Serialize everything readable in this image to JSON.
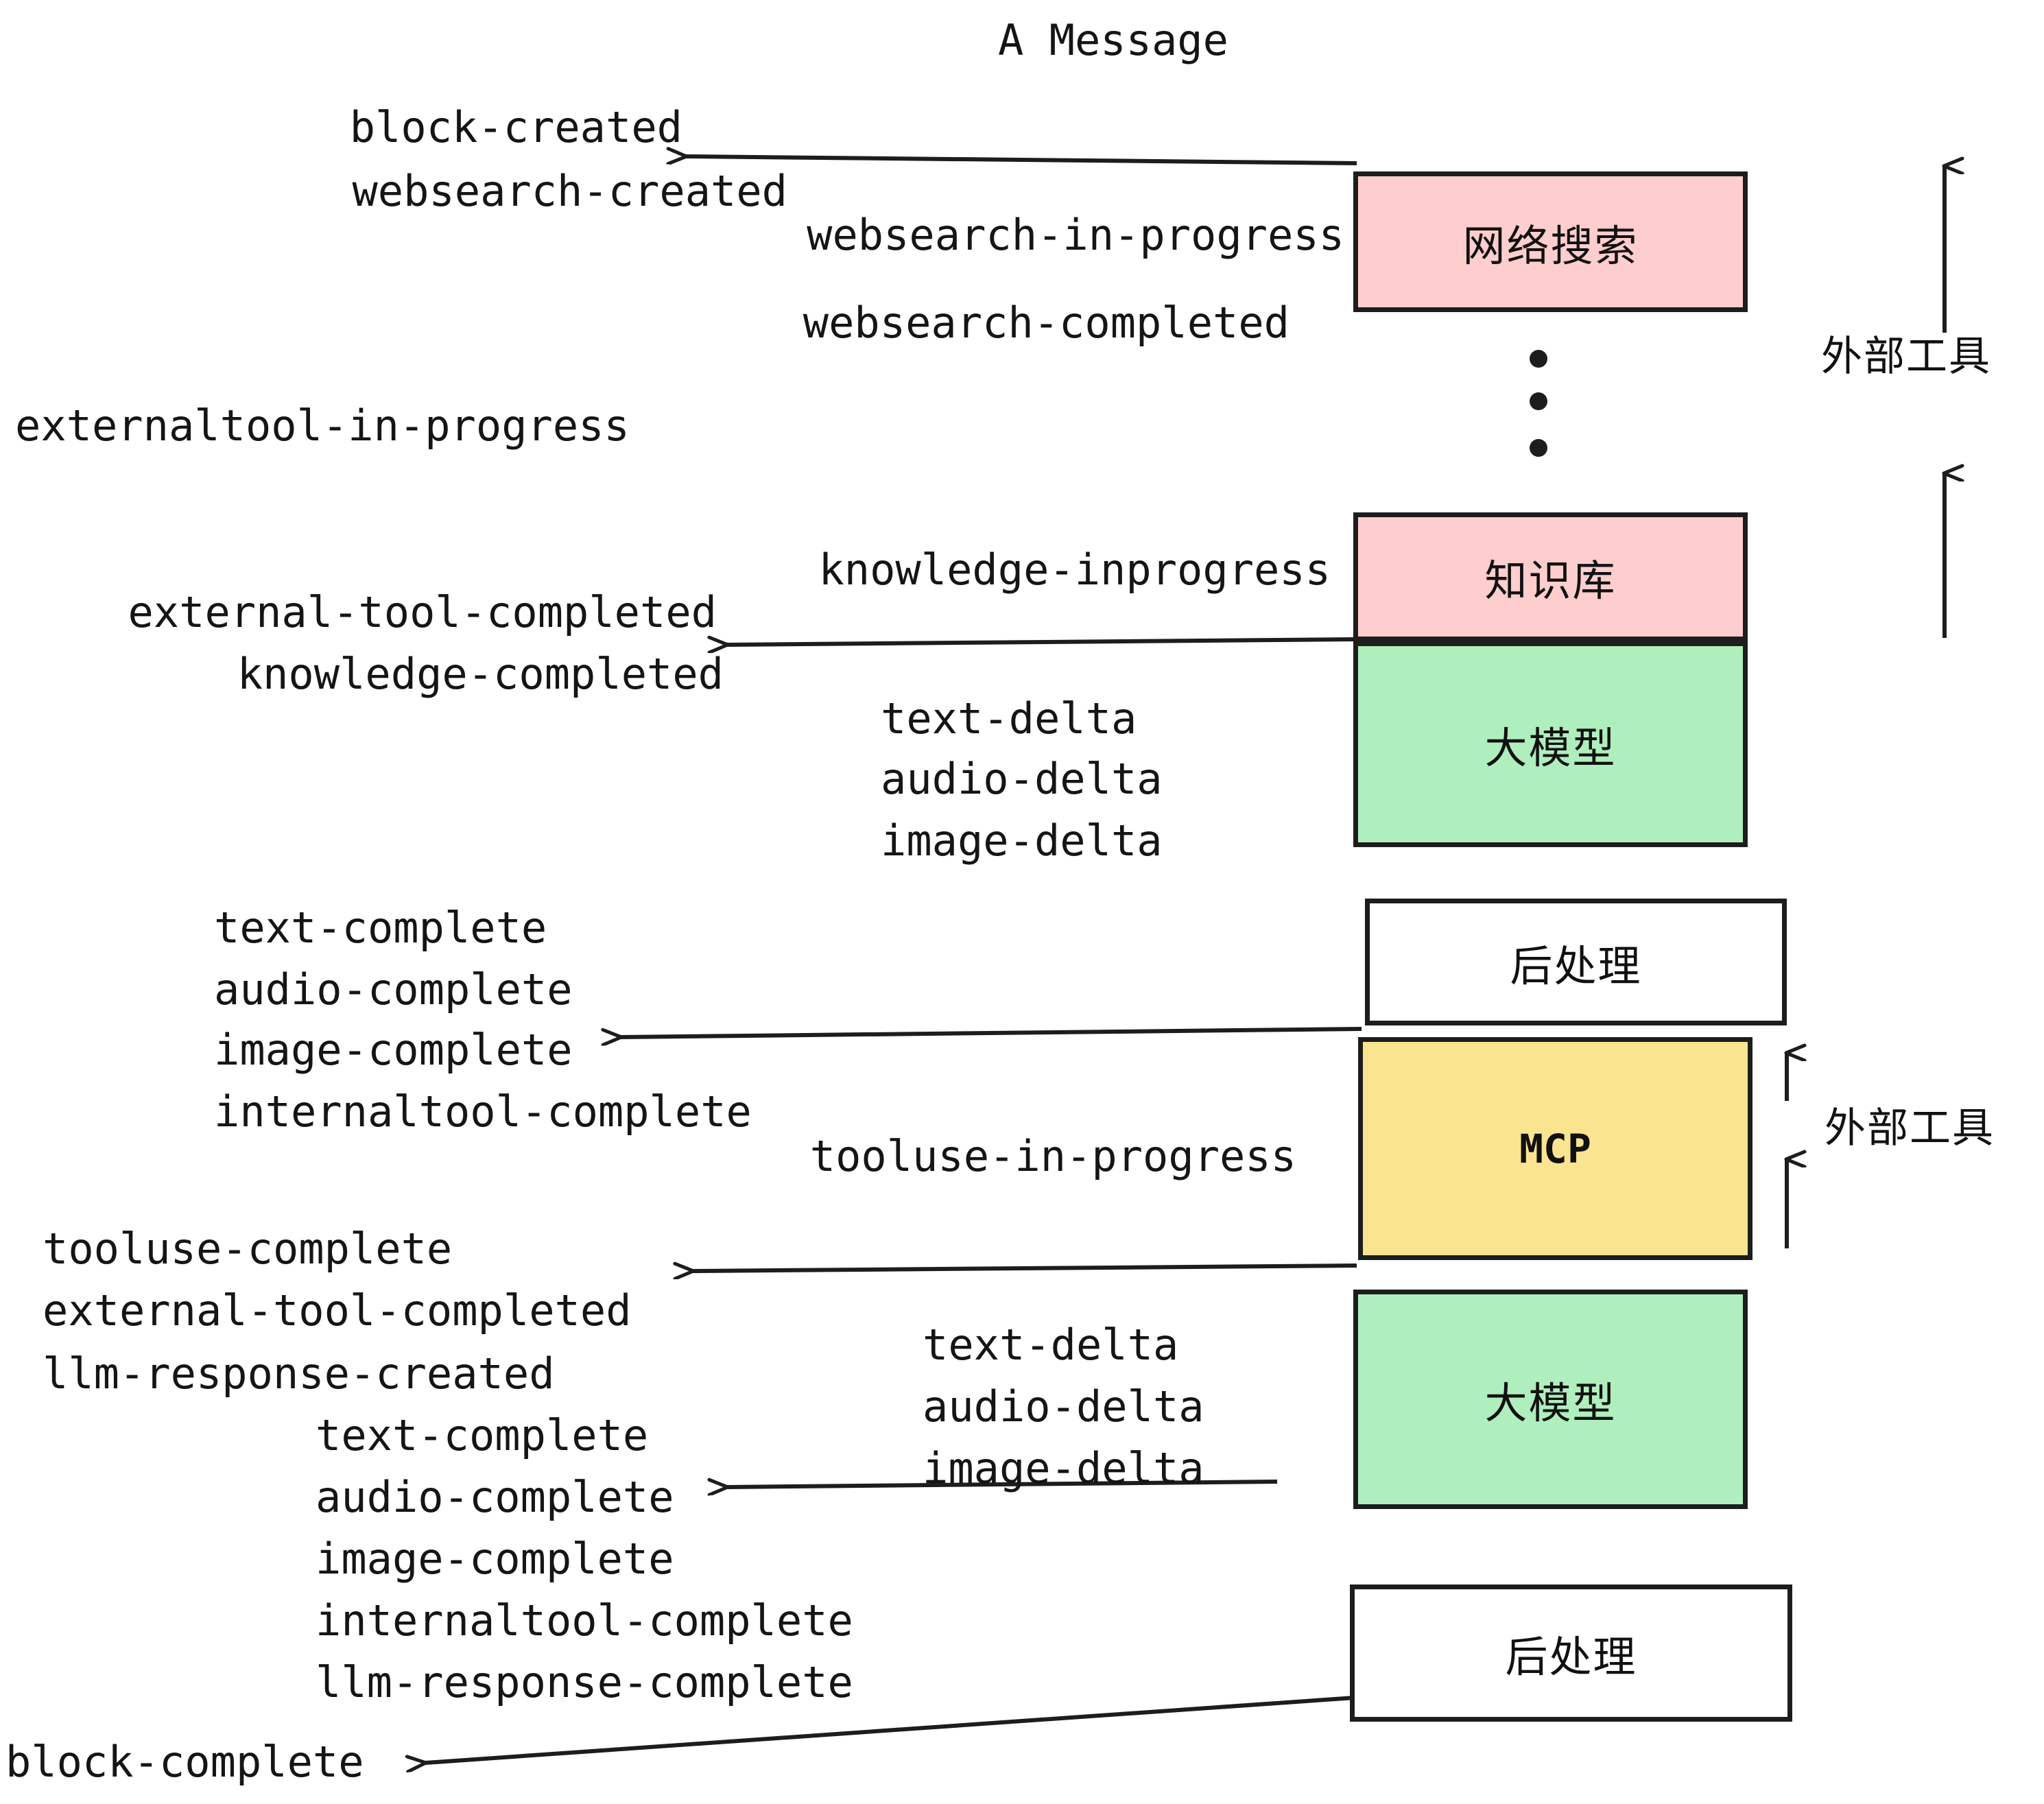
{
  "title": "A Message",
  "colors": {
    "external_tool_box": "#fecdcd",
    "llm_box": "#aeefbd",
    "mcp_box": "#fae490",
    "postprocess_box": "#ffffff",
    "stroke": "#1d1d1d",
    "text": "#151515",
    "background": "#ffffff"
  },
  "nodes": [
    {
      "id": "websearch",
      "label": "网络搜索",
      "fill": "#fecdcd",
      "kind": "external-tool"
    },
    {
      "id": "knowledge",
      "label": "知识库",
      "fill": "#fecdcd",
      "kind": "external-tool"
    },
    {
      "id": "llm-1",
      "label": "大模型",
      "fill": "#aeefbd",
      "kind": "llm"
    },
    {
      "id": "postprocess-1",
      "label": "后处理",
      "fill": "#ffffff",
      "kind": "postprocess"
    },
    {
      "id": "mcp",
      "label": "MCP",
      "fill": "#fae490",
      "kind": "external-tool"
    },
    {
      "id": "llm-2",
      "label": "大模型",
      "fill": "#aeefbd",
      "kind": "llm"
    },
    {
      "id": "postprocess-2",
      "label": "后处理",
      "fill": "#ffffff",
      "kind": "postprocess"
    }
  ],
  "side_labels": [
    {
      "id": "external-tool-upper",
      "text": "外部工具"
    },
    {
      "id": "external-tool-lower",
      "text": "外部工具"
    }
  ],
  "events": [
    {
      "id": "block-created",
      "text": "block-created"
    },
    {
      "id": "websearch-created",
      "text": "websearch-created"
    },
    {
      "id": "websearch-in-progress",
      "text": "websearch-in-progress"
    },
    {
      "id": "websearch-completed",
      "text": "websearch-completed"
    },
    {
      "id": "externaltool-in-progress",
      "text": "externaltool-in-progress"
    },
    {
      "id": "knowledge-inprogress",
      "text": "knowledge-inprogress"
    },
    {
      "id": "external-tool-completed-1",
      "text": "external-tool-completed"
    },
    {
      "id": "knowledge-completed",
      "text": "knowledge-completed"
    },
    {
      "id": "text-delta-1",
      "text": "text-delta"
    },
    {
      "id": "audio-delta-1",
      "text": "audio-delta"
    },
    {
      "id": "image-delta-1",
      "text": "image-delta"
    },
    {
      "id": "text-complete-1",
      "text": "text-complete"
    },
    {
      "id": "audio-complete-1",
      "text": "audio-complete"
    },
    {
      "id": "image-complete-1",
      "text": "image-complete"
    },
    {
      "id": "internaltool-complete-1",
      "text": "internaltool-complete"
    },
    {
      "id": "tooluse-in-progress",
      "text": "tooluse-in-progress"
    },
    {
      "id": "tooluse-complete",
      "text": "tooluse-complete"
    },
    {
      "id": "external-tool-completed-2",
      "text": "external-tool-completed"
    },
    {
      "id": "llm-response-created",
      "text": "llm-response-created"
    },
    {
      "id": "text-delta-2",
      "text": "text-delta"
    },
    {
      "id": "audio-delta-2",
      "text": "audio-delta"
    },
    {
      "id": "image-delta-2",
      "text": "image-delta"
    },
    {
      "id": "text-complete-2",
      "text": "text-complete"
    },
    {
      "id": "audio-complete-2",
      "text": "audio-complete"
    },
    {
      "id": "image-complete-2",
      "text": "image-complete"
    },
    {
      "id": "internaltool-complete-2",
      "text": "internaltool-complete"
    },
    {
      "id": "llm-response-complete",
      "text": "llm-response-complete"
    },
    {
      "id": "block-complete",
      "text": "block-complete"
    }
  ]
}
